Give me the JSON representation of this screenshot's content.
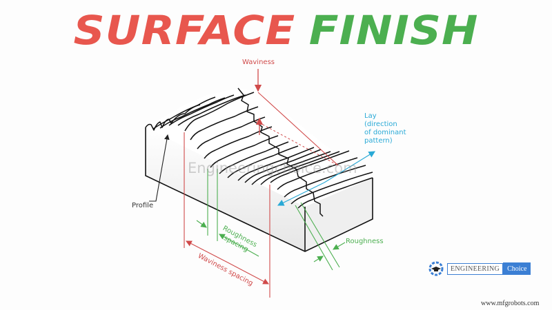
{
  "title": {
    "word1": "SURFACE",
    "word2": "FINISH",
    "word1_color": "#e8574e",
    "word2_color": "#4caf50"
  },
  "labels": {
    "waviness": "Waviness",
    "lay_line1": "Lay",
    "lay_line2": "(direction",
    "lay_line3": "of dominant",
    "lay_line4": "pattern)",
    "profile": "Profile",
    "roughness_spacing_line1": "Roughness",
    "roughness_spacing_line2": "spacing",
    "waviness_spacing": "Waviness spacing",
    "roughness": "Roughness"
  },
  "watermark": "Engineeringchoice.com",
  "logo": {
    "part1": "ENGINEERING",
    "part2": "Choice"
  },
  "footer": {
    "site": "www.mfgrobots.com"
  },
  "colors": {
    "waviness": "#d04a4a",
    "roughness": "#4caf50",
    "lay": "#29a9d6",
    "outline": "#111111"
  }
}
